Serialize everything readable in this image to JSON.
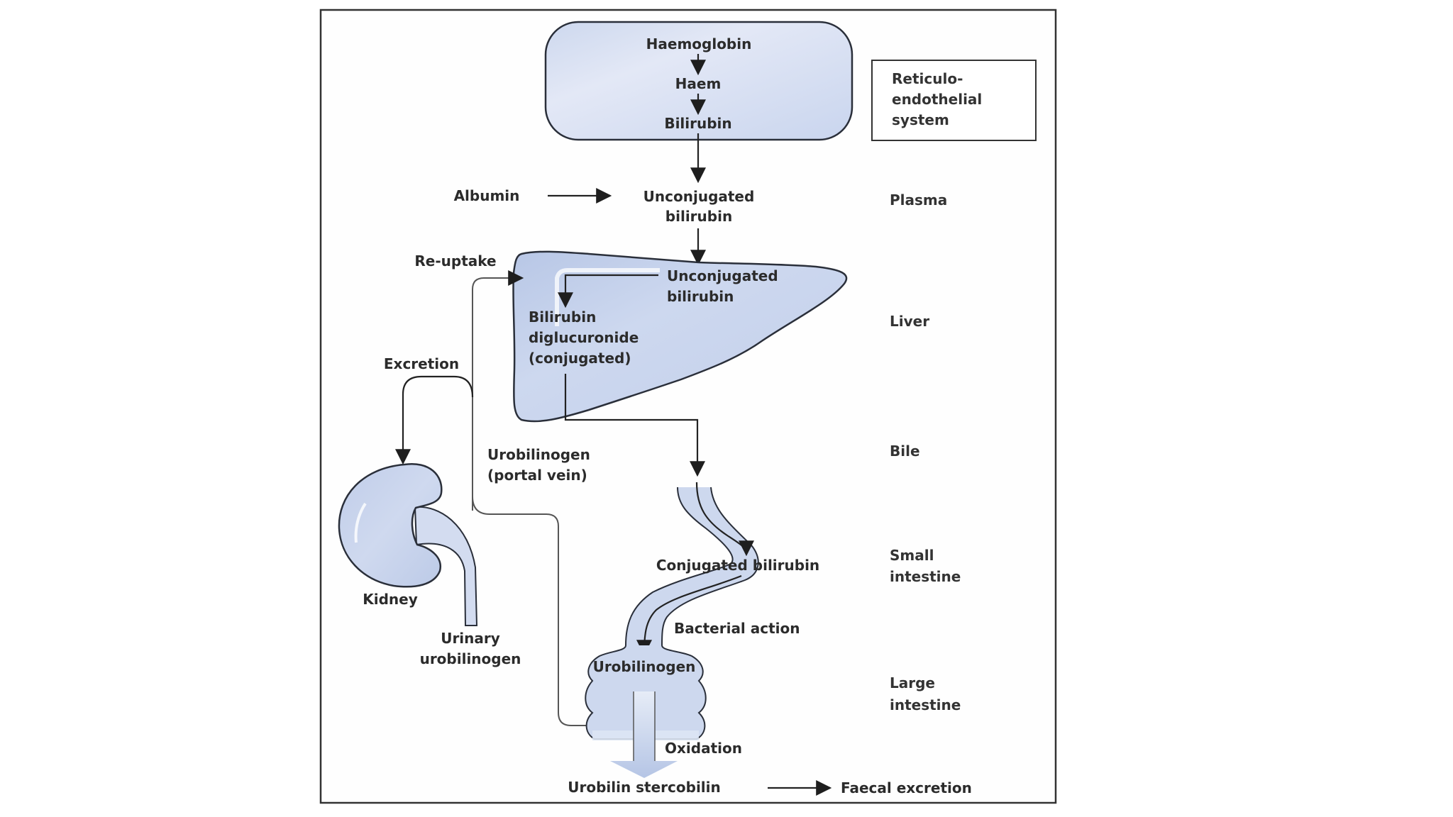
{
  "diagram": {
    "title": "Bilirubin metabolism pathway",
    "colors": {
      "organ_fill_light": "#dfe6f4",
      "organ_fill": "#c7d3ec",
      "organ_outline": "#2a2f3a",
      "text": "#2b2b2b",
      "arrow": "#1e1e1e"
    },
    "reticuloendothelial": {
      "steps": [
        "Haemoglobin",
        "Haem",
        "Bilirubin"
      ],
      "legend_lines": [
        "Reticulo-",
        "endothelial",
        "system"
      ]
    },
    "plasma": {
      "albumin": "Albumin",
      "unconjugated_lines": [
        "Unconjugated",
        "bilirubin"
      ]
    },
    "liver": {
      "unconjugated_lines": [
        "Unconjugated",
        "bilirubin"
      ],
      "conjugated_lines": [
        "Bilirubin",
        "diglucuronide",
        "(conjugated)"
      ],
      "reuptake": "Re-uptake",
      "excretion": "Excretion"
    },
    "portal": {
      "lines": [
        "Urobilinogen",
        "(portal vein)"
      ]
    },
    "kidney": {
      "label": "Kidney",
      "urinary_lines": [
        "Urinary",
        "urobilinogen"
      ]
    },
    "intestine": {
      "conjugated": "Conjugated bilirubin",
      "bacterial": "Bacterial action",
      "urobilinogen": "Urobilinogen",
      "oxidation": "Oxidation",
      "product": "Urobilin stercobilin",
      "faecal": "Faecal excretion"
    },
    "compartments": {
      "plasma": "Plasma",
      "liver": "Liver",
      "bile": "Bile",
      "small_intestine": [
        "Small",
        "intestine"
      ],
      "large_intestine": [
        "Large",
        "intestine"
      ]
    }
  }
}
